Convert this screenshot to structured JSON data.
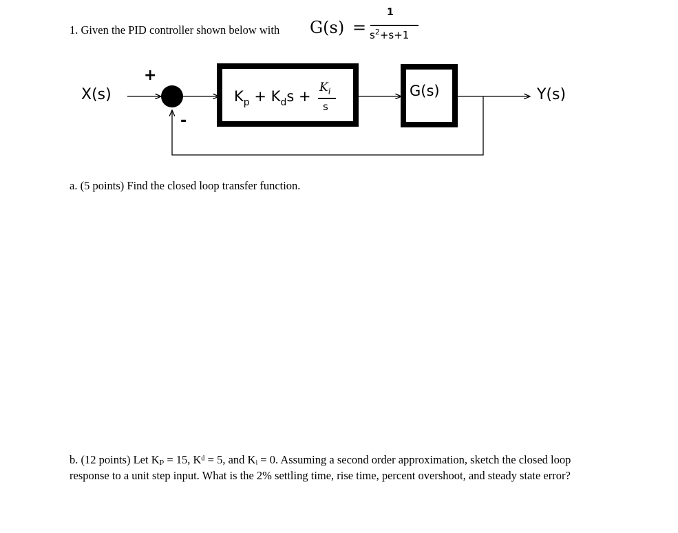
{
  "problem": {
    "intro": "1. Given the PID controller shown below with",
    "g_lhs": "G(s)",
    "eq_sign": "=",
    "g_numerator": "1",
    "g_den_base": "s",
    "g_den_exp": "2",
    "g_den_rest": "+s+1"
  },
  "diagram": {
    "input_label": "X(s)",
    "output_label": "Y(s)",
    "plus_sign": "+",
    "minus_sign": "-",
    "plant_label": "G(s)",
    "pid_kp": "K",
    "pid_kp_sub": "p",
    "pid_plus1": "+",
    "pid_kd": "K",
    "pid_kd_sub": "d",
    "pid_s": "s",
    "pid_plus2": "+",
    "pid_ki": "K",
    "pid_ki_sub": "i",
    "pid_ki_den": "s"
  },
  "parts": {
    "a": "a. (5 points) Find the closed loop transfer function.",
    "b": "b. (12 points) Let Kₚ = 15, Kᵈ = 5, and Kᵢ = 0. Assuming a second order approximation, sketch the closed loop response to a unit step input. What is the 2% settling time, rise time, percent overshoot, and steady state error?"
  }
}
